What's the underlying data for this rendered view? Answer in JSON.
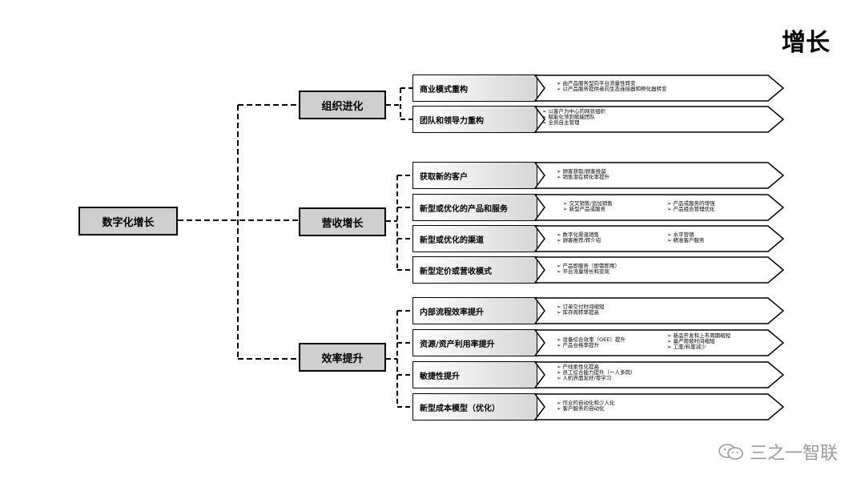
{
  "title": "增长",
  "root": "数字化增长",
  "level1": [
    "组织进化",
    "营收增长",
    "效率提升"
  ],
  "level2": [
    {
      "label": "商业模式重构",
      "left": [
        "由产品服务型向平台流量性转变",
        "以产品服务提供者向生态连接器和孵化器转变"
      ],
      "right": []
    },
    {
      "label": "团队和领导力重构",
      "left": [
        "以客户为中心的网状组织",
        "赋能化领到赋能团队",
        "全员自主管理"
      ],
      "right": []
    },
    {
      "label": "获取新的客户",
      "left": [
        "顾客获取/顾客挽留",
        "销售潜在转化率提升"
      ],
      "right": []
    },
    {
      "label": "新型或优化的产品和服务",
      "left": [
        "交叉销售/追加销售",
        "新型产品或服务"
      ],
      "right": [
        "产品或服务的增强",
        "产品组合管理优化"
      ]
    },
    {
      "label": "新型或优化的渠道",
      "left": [
        "数字化渠道销售",
        "顾客推荐/转介绍"
      ],
      "right": [
        "水平营销",
        "精准客户服务"
      ]
    },
    {
      "label": "新型定价或营收模式",
      "left": [
        "产品即服务（即需即用）",
        "平台流量增长和变现"
      ],
      "right": []
    },
    {
      "label": "内部流程效率提升",
      "left": [
        "订单交付时间缩短",
        "库存周转率提高"
      ],
      "right": []
    },
    {
      "label": "资源/资产利用率提升",
      "left": [
        "设备综合效率（OEE）提升",
        "产品合格率提升"
      ],
      "right": [
        "新品开发和上市周期缩短",
        "量产爬坡时间缩短",
        "工废/料废减少"
      ]
    },
    {
      "label": "敏捷性提升",
      "left": [
        "产线柔性化提高",
        "员工综合能力提升（一人多岗）",
        "人机界面友好/零学习"
      ],
      "right": []
    },
    {
      "label": "新型成本模型（优化）",
      "left": [
        "作业的自动化和少人化",
        "客户服务的自动化"
      ],
      "right": []
    }
  ],
  "watermark": "三之一智联",
  "watermark_icon": "wechat-icon"
}
